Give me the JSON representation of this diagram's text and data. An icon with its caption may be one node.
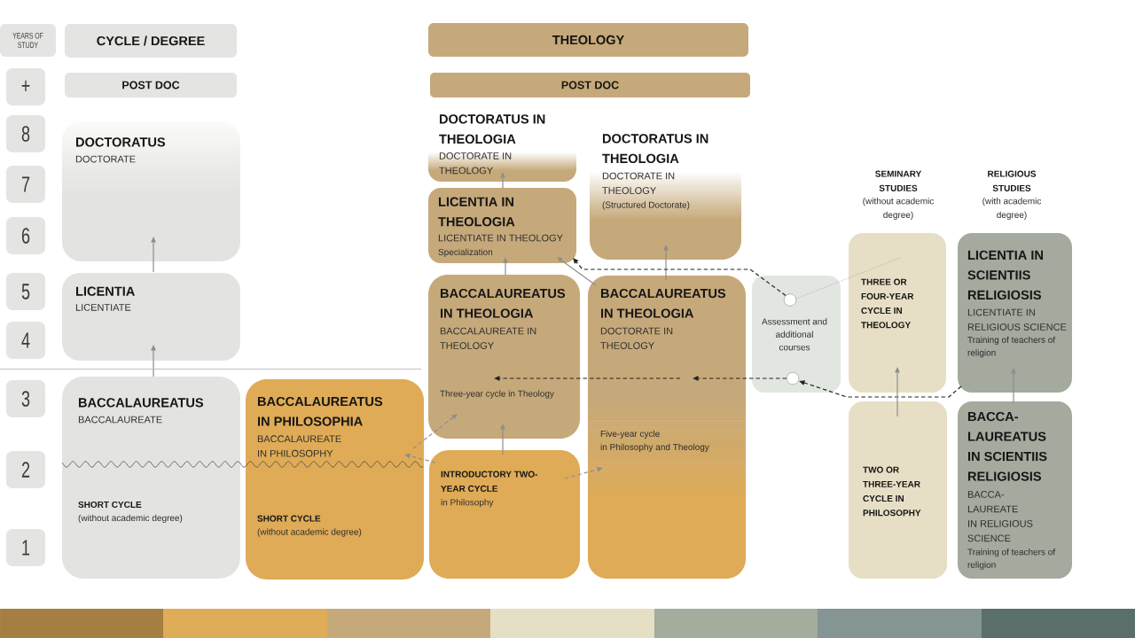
{
  "diagram": {
    "nodes": [
      {
        "text": [
          "YEARS OF STUDY"
        ]
      },
      {
        "text": [
          "+"
        ]
      },
      {
        "text": [
          "8"
        ]
      },
      {
        "text": [
          "7"
        ]
      },
      {
        "text": [
          "6"
        ]
      },
      {
        "text": [
          "5"
        ]
      },
      {
        "text": [
          "4"
        ]
      },
      {
        "text": [
          "3"
        ]
      },
      {
        "text": [
          "2"
        ]
      },
      {
        "text": [
          "1"
        ]
      },
      {
        "text": [
          "CYCLE / DEGREE"
        ]
      },
      {
        "text": [
          "POST DOC"
        ]
      },
      {
        "text": [
          "DOCTORATUS",
          "DOCTORATE"
        ]
      },
      {
        "text": [
          "LICENTIA",
          "LICENTIATE"
        ]
      },
      {
        "text": [
          "BACCALAUREATUS",
          "BACCALAUREATE",
          "SHORT CYCLE",
          "(without academic degree)"
        ]
      },
      {
        "text": [
          "BACCALAUREATUS IN PHILOSOPHIA",
          "BACCALAUREATE IN PHILOSOPHY",
          "SHORT CYCLE",
          "(without academic degree)"
        ]
      },
      {
        "text": [
          "THEOLOGY"
        ]
      },
      {
        "text": [
          "POST DOC"
        ]
      },
      {
        "text": [
          "DOCTORATUS IN THEOLOGIA",
          "DOCTORATE IN THEOLOGY"
        ]
      },
      {
        "text": [
          "DOCTORATUS IN THEOLOGIA",
          "DOCTORATE IN THEOLOGY",
          "(Structured Doctorate)"
        ]
      },
      {
        "text": [
          "LICENTIA IN THEOLOGIA",
          "LICENTIATE IN THEOLOGY",
          "Specialization"
        ]
      },
      {
        "text": [
          "BACCALAUREATUS IN THEOLOGIA",
          "BACCALAUREATE IN THEOLOGY",
          "Three-year cycle in Theology"
        ]
      },
      {
        "text": [
          "BACCALAUREATUS IN THEOLOGIA",
          "DOCTORATE IN THEOLOGY",
          "Five-year cycle in Philosophy and Theology"
        ]
      },
      {
        "text": [
          "INTRODUCTORY TWO-YEAR CYCLE",
          "in Philosophy"
        ]
      },
      {
        "text": [
          "Assessment and additional courses"
        ]
      },
      {
        "text": [],
        "shape": "circle",
        "in": 24
      },
      {
        "text": [],
        "shape": "circle",
        "in": 24
      },
      {
        "text": [
          "THREE OR FOUR-YEAR CYCLE IN THEOLOGY"
        ]
      },
      {
        "text": [
          "TWO OR THREE-YEAR CYCLE IN PHILOSOPHY"
        ]
      },
      {
        "text": [
          "LICENTIA IN SCIENTIIS RELIGIOSIS",
          "LICENTIATE IN RELIGIOUS SCIENCE",
          "Training of teachers of religion"
        ]
      },
      {
        "text": [
          "BACCA-LAUREATUS IN SCIENTIIS RELIGIOSIS",
          "BACCA-LAUREATE IN RELIGIOUS SCIENCE",
          "Training of teachers of religion"
        ]
      }
    ],
    "edges": [
      {
        "from": 13,
        "to": 12,
        "arrow": "to"
      },
      {
        "from": 14,
        "to": 13,
        "arrow": "to"
      },
      {
        "from": 20,
        "to": 18,
        "arrow": "to"
      },
      {
        "from": 21,
        "to": 20,
        "arrow": "to"
      },
      {
        "from": 22,
        "to": 20,
        "arrow": "to"
      },
      {
        "from": 22,
        "to": 19,
        "arrow": "to"
      },
      {
        "from": 23,
        "to": 21,
        "arrow": "to"
      },
      {
        "from": 23,
        "to": 15,
        "arrow": "to",
        "style": "dashed"
      },
      {
        "from": 15,
        "to": 21,
        "arrow": "to",
        "style": "dashed"
      },
      {
        "from": 23,
        "to": 22,
        "arrow": "to",
        "style": "dashed"
      },
      {
        "from": 25,
        "to": 20,
        "arrow": "to",
        "style": "dashed",
        "color": "#222222"
      },
      {
        "from": 26,
        "to": 22,
        "arrow": "to",
        "style": "dashed",
        "color": "#222222"
      },
      {
        "from": 22,
        "to": 21,
        "arrow": "to",
        "style": "dashed",
        "color": "#222222"
      },
      {
        "from": 29,
        "to": 26,
        "arrow": "to",
        "style": "dashed",
        "color": "#222222"
      },
      {
        "from": 25,
        "to": 27,
        "arrow": "none",
        "style": "dashed"
      },
      {
        "from": 28,
        "to": 27,
        "arrow": "to"
      },
      {
        "from": 30,
        "to": 29,
        "arrow": "to"
      }
    ],
    "labels": [
      "SEMINARY STUDIES",
      "(without academic degree)",
      "RELIGIOUS STUDIES",
      "(with academic degree)"
    ]
  }
}
